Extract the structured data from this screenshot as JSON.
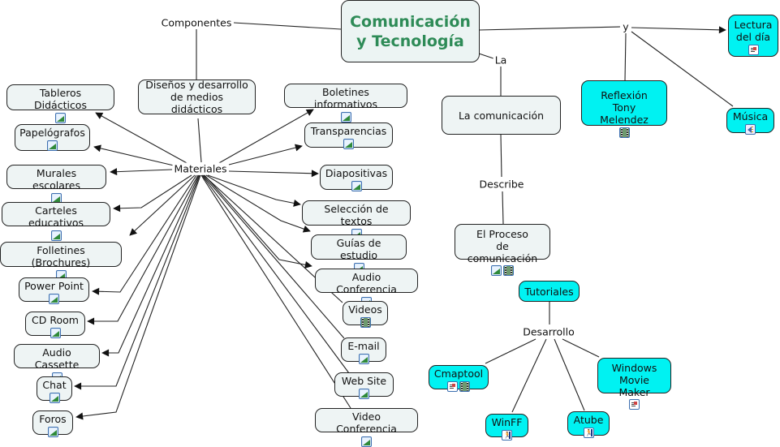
{
  "title": "Comunicación\ny Tecnología",
  "colors": {
    "title_text": "#2e8b57",
    "node_fill": "#eef4f4",
    "highlight_fill": "#00f2f2",
    "line": "#222222"
  },
  "nodes": {
    "main": {
      "label": "Comunicación\ny Tecnología",
      "icons": []
    },
    "disenos": {
      "label": "Diseños y desarrollo\nde medios didácticos",
      "icons": []
    },
    "tableros": {
      "label": "Tableros Didácticos",
      "icons": [
        "image-icon"
      ]
    },
    "papelografos": {
      "label": "Papelógrafos",
      "icons": [
        "image-icon"
      ]
    },
    "murales": {
      "label": "Murales escolares",
      "icons": [
        "image-icon"
      ]
    },
    "carteles": {
      "label": "Carteles educativos",
      "icons": [
        "image-icon"
      ]
    },
    "folletines": {
      "label": "Folletines (Brochures)",
      "icons": [
        "image-icon"
      ]
    },
    "powerpoint": {
      "label": "Power Point",
      "icons": [
        "image-icon"
      ]
    },
    "cdroom": {
      "label": "CD Room",
      "icons": [
        "image-icon"
      ]
    },
    "audiocassette": {
      "label": "Audio Cassette",
      "icons": [
        "image-icon"
      ]
    },
    "chat": {
      "label": "Chat",
      "icons": [
        "image-icon"
      ]
    },
    "foros": {
      "label": "Foros",
      "icons": [
        "image-icon"
      ]
    },
    "boletines": {
      "label": "Boletines informativos",
      "icons": [
        "image-icon"
      ]
    },
    "transparencias": {
      "label": "Transparencias",
      "icons": [
        "image-icon"
      ]
    },
    "diapositivas": {
      "label": "Diapositivas",
      "icons": [
        "image-icon"
      ]
    },
    "seleccion": {
      "label": "Selección de textos",
      "icons": [
        "image-icon"
      ]
    },
    "guias": {
      "label": "Guías de estudio",
      "icons": [
        "image-icon"
      ]
    },
    "audioconf": {
      "label": "Audio Conferencia",
      "icons": [
        "image-icon"
      ]
    },
    "videos": {
      "label": "Videos",
      "icons": [
        "video-icon"
      ]
    },
    "email": {
      "label": "E-mail",
      "icons": [
        "image-icon"
      ]
    },
    "website": {
      "label": "Web Site",
      "icons": [
        "image-icon"
      ]
    },
    "videoconf": {
      "label": "Video Conferencia",
      "icons": [
        "image-icon"
      ]
    },
    "lacomunicacion": {
      "label": "La comunicación",
      "icons": []
    },
    "proceso": {
      "label": "El Proceso\nde comunicación",
      "icons": [
        "image-icon",
        "video-icon"
      ]
    },
    "reflexion": {
      "label": "Reflexión\nTony Melendez",
      "icons": [
        "video-icon"
      ]
    },
    "lectura": {
      "label": "Lectura\ndel día",
      "icons": [
        "document-icon"
      ]
    },
    "musica": {
      "label": "Música",
      "icons": [
        "audio-icon"
      ]
    },
    "tutoriales": {
      "label": "Tutoriales",
      "icons": []
    },
    "cmaptool": {
      "label": "Cmaptool",
      "icons": [
        "document-icon",
        "video-icon"
      ]
    },
    "winff": {
      "label": "WinFF",
      "icons": [
        "executable-icon"
      ]
    },
    "atube": {
      "label": "Atube",
      "icons": [
        "executable-icon"
      ]
    },
    "moviemaker": {
      "label": "Windows\nMovie Maker",
      "icons": [
        "document-icon"
      ]
    }
  },
  "linking_phrases": {
    "componentes": "Componentes",
    "materiales": "Materiales",
    "la": "La",
    "describe": "Describe",
    "y": "y",
    "desarrollo": "Desarrollo"
  }
}
